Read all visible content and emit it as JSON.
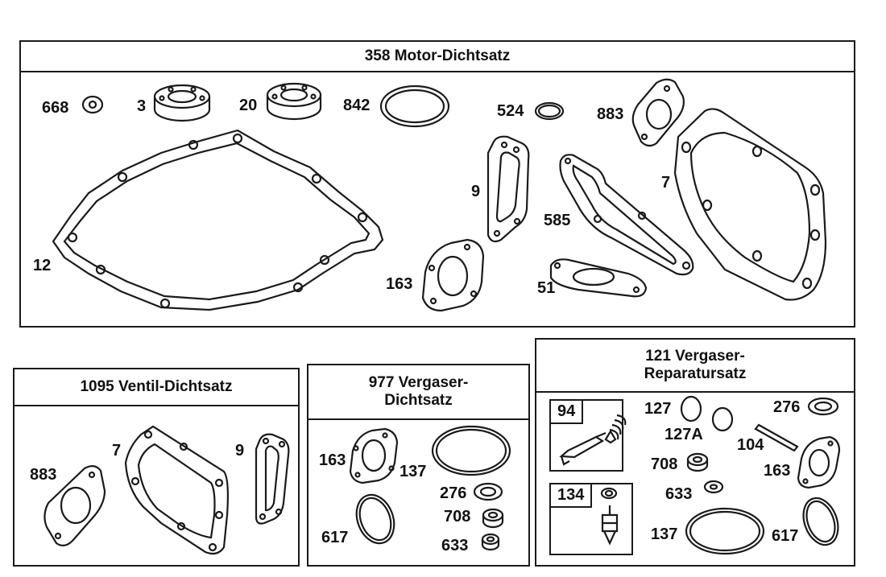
{
  "panels": {
    "motor": {
      "title": "358 Motor-Dichtsatz"
    },
    "ventil": {
      "title": "1095  Ventil-Dichtsatz"
    },
    "vergaser_dicht": {
      "title_line1": "977   Vergaser-",
      "title_line2": "Dichtsatz"
    },
    "reparatur": {
      "title_line1": "121      Vergaser-",
      "title_line2": "Reparatursatz"
    }
  },
  "motor_parts": {
    "p668": "668",
    "p3": "3",
    "p20": "20",
    "p842": "842",
    "p524": "524",
    "p883": "883",
    "p9": "9",
    "p7": "7",
    "p585": "585",
    "p12": "12",
    "p163": "163",
    "p51": "51"
  },
  "ventil_parts": {
    "p883": "883",
    "p7": "7",
    "p9": "9"
  },
  "vergaser_parts": {
    "p163": "163",
    "p137": "137",
    "p276": "276",
    "p708": "708",
    "p617": "617",
    "p633": "633"
  },
  "reparatur_parts": {
    "box94": "94",
    "box134": "134",
    "p127": "127",
    "p127a": "127A",
    "p276": "276",
    "p104": "104",
    "p708": "708",
    "p163": "163",
    "p633": "633",
    "p137": "137",
    "p617": "617"
  }
}
